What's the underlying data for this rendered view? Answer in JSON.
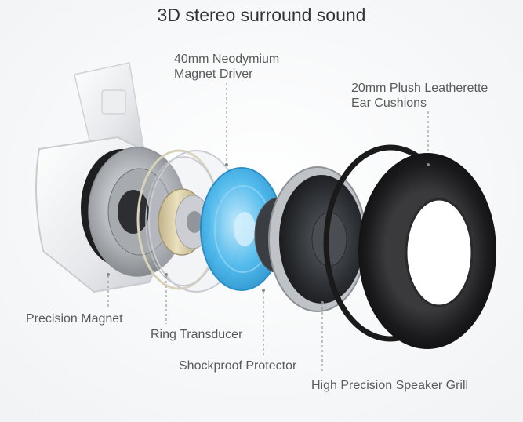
{
  "title": "3D stereo surround sound",
  "callouts": {
    "magnet_driver": [
      "40mm Neodymium",
      "Magnet Driver"
    ],
    "ear_cushions": [
      "20mm Plush Leatherette",
      "Ear Cushions"
    ],
    "precision_magnet": "Precision Magnet",
    "ring_transducer": "Ring Transducer",
    "shockproof_protector": "Shockproof Protector",
    "speaker_grill": "High Precision Speaker Grill"
  },
  "colors": {
    "background": "#ffffff",
    "leader_line": "#888888",
    "protector_blue": "#2aa8e6",
    "cushion": "#1c1c1c",
    "brass": "#d9c48a"
  }
}
